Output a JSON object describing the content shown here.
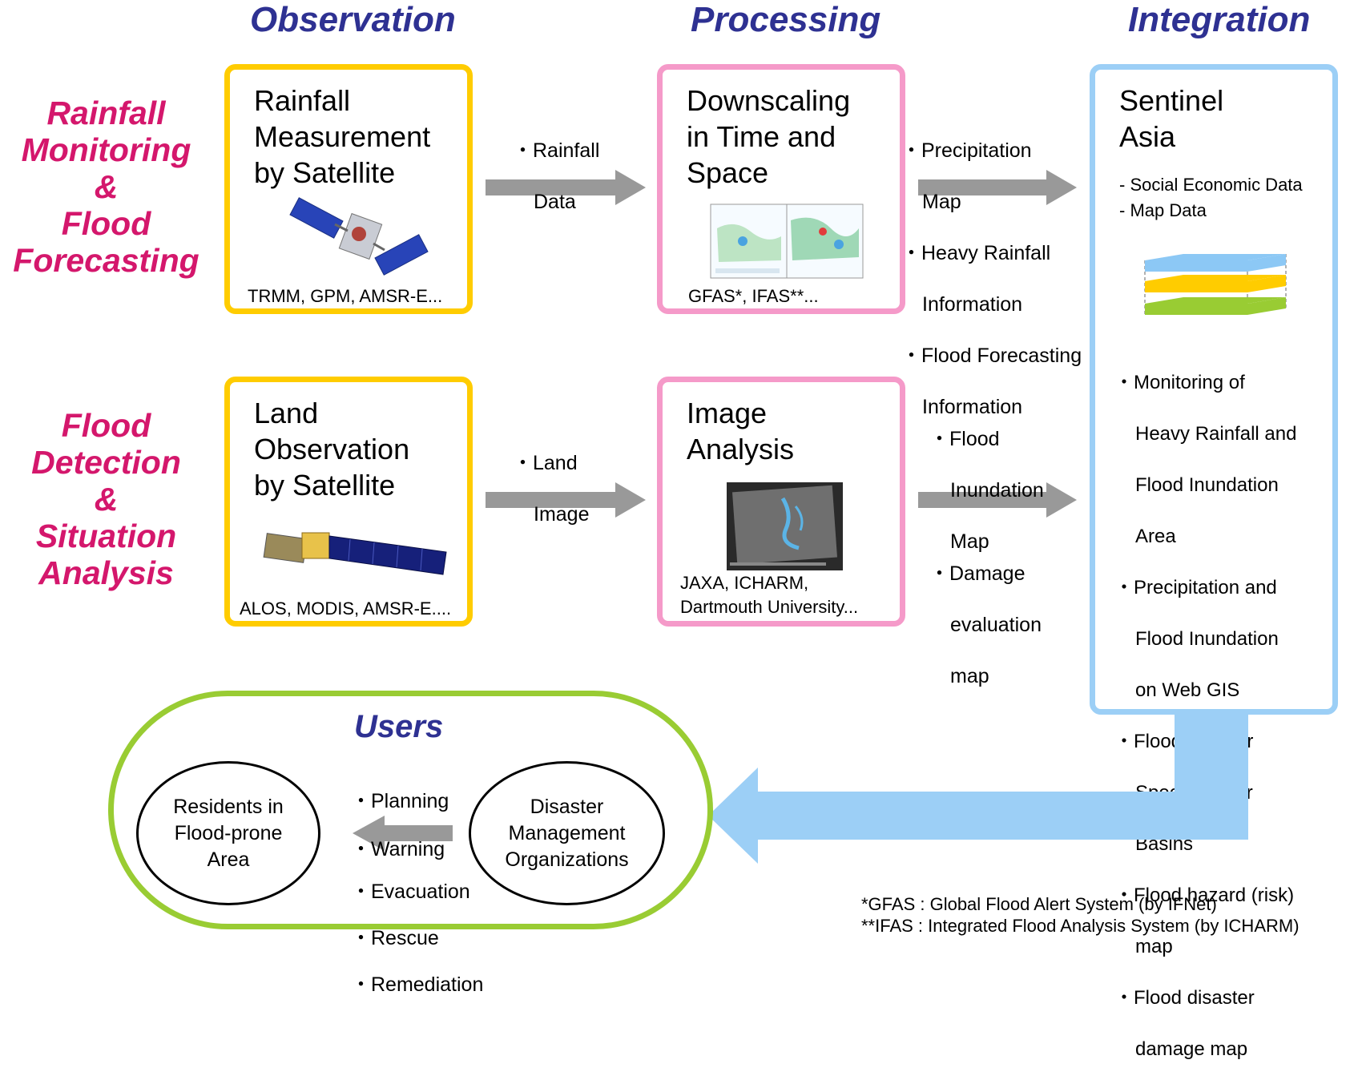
{
  "columns": {
    "observation": "Observation",
    "processing": "Processing",
    "integration": "Integration"
  },
  "rows": {
    "rainfall": [
      "Rainfall",
      "Monitoring",
      "&",
      "Flood",
      "Forecasting"
    ],
    "flood": [
      "Flood",
      "Detection",
      "&",
      "Situation",
      "Analysis"
    ]
  },
  "rainfall_box": {
    "title": "Rainfall\nMeasurement\nby Satellite",
    "foot": "TRMM, GPM, AMSR-E..."
  },
  "rainfall_arrow": {
    "l1": "・Rainfall",
    "l2": "Data"
  },
  "downscaling_box": {
    "title": "Downscaling\nin Time and\nSpace",
    "foot": "GFAS*, IFAS**..."
  },
  "precip_label": {
    "l1": "・Precipitation",
    "l2": "Map"
  },
  "heavy_label": {
    "l1": "・Heavy Rainfall",
    "l2": "Information",
    "l3": "・Flood Forecasting",
    "l4": "Information"
  },
  "land_box": {
    "title": "Land\nObservation\nby Satellite",
    "foot": "ALOS, MODIS, AMSR-E...."
  },
  "land_arrow": {
    "l1": "・Land",
    "l2": "Image"
  },
  "image_box": {
    "title": "Image\nAnalysis",
    "foot1": "JAXA, ICHARM,",
    "foot2": "Dartmouth University..."
  },
  "inundation_label": {
    "l1": "・Flood",
    "l2": "Inundation",
    "l3": "Map"
  },
  "damage_label": {
    "l1": "・Damage",
    "l2": "evaluation",
    "l3": "map"
  },
  "sentinel": {
    "title": "Sentinel\nAsia",
    "data1": "- Social Economic Data",
    "data2": "- Map Data",
    "items": [
      {
        "l1": "・Monitoring of",
        "l2": "Heavy Rainfall and",
        "l3": "Flood Inundation",
        "l4": "Area"
      },
      {
        "l1": "・Precipitation and",
        "l2": "Flood Inundation",
        "l3": "on Web GIS"
      },
      {
        "l1": "・Flood Alert for",
        "l2": "Specific River",
        "l3": "Basins"
      },
      {
        "l1": "・Flood hazard (risk)",
        "l2": "map"
      },
      {
        "l1": "・Flood disaster",
        "l2": "damage map"
      }
    ]
  },
  "users": {
    "title": "Users",
    "residents": "Residents in\nFlood-prone\nArea",
    "dmo": "Disaster\nManagement\nOrganizations",
    "actions_top": [
      "・Planning",
      "・Warning"
    ],
    "actions_bottom": [
      "・Evacuation",
      "・Rescue",
      "・Remediation"
    ]
  },
  "footnotes": {
    "gfas": "*GFAS  : Global Flood Alert System (by IFNet)",
    "ifas": "**IFAS  : Integrated Flood Analysis System (by ICHARM)"
  },
  "colors": {
    "heading": "#2e3192",
    "row_heading": "#d4176c",
    "observation_border": "#ffcc00",
    "processing_border": "#f59ac9",
    "integration_border": "#9ccff6",
    "users_border": "#99cc33",
    "arrow_gray": "#999999",
    "arrow_blue": "#9ccff6"
  }
}
